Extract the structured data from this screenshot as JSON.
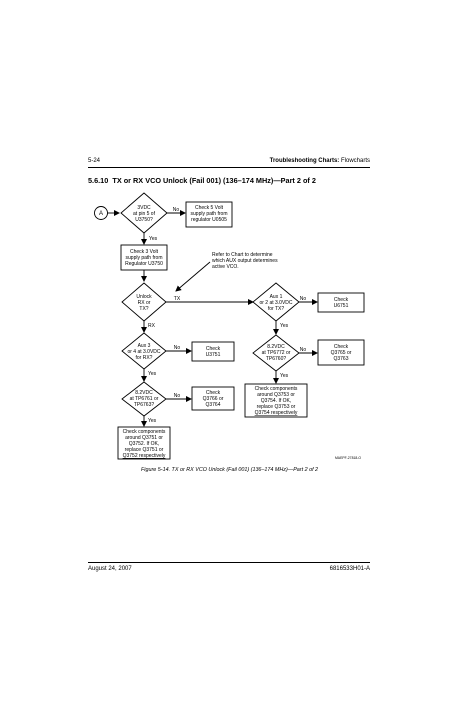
{
  "header": {
    "page_number": "5-24",
    "section_bold": "Troubleshooting Charts:",
    "section_rest": " Flowcharts"
  },
  "section": {
    "number": "5.6.10",
    "title": "TX or RX VCO Unlock (Fail 001) (136–174 MHz)—Part 2 of 2"
  },
  "flowchart": {
    "connector": "A",
    "d_3vdc": [
      "3VDC",
      "at pin 5 of",
      "U3750?"
    ],
    "b_check5v": [
      "Check 5 Volt",
      "supply path from",
      "regulator U0505"
    ],
    "b_check3v": [
      "Check 3 Volt",
      "supply path from",
      "Regulator U3750"
    ],
    "note_refer": [
      "Refer to Chart to determine",
      "which AUX output determines",
      "active VCO."
    ],
    "d_unlock": [
      "Unlock",
      "RX or",
      "TX?"
    ],
    "d_aux1": [
      "Aux 1",
      "or 2 at 3.0VDC",
      "for TX?"
    ],
    "b_u6751": [
      "Check",
      "U6751"
    ],
    "d_aux3": [
      "Aux 3",
      "or 4 at 3.0VDC",
      "for RX?"
    ],
    "b_u3751": [
      "Check",
      "U3751"
    ],
    "d_82tx": [
      "8.2VDC",
      "at TP6772 or",
      "TP6760?"
    ],
    "b_q3765": [
      "Check",
      "Q3765 or",
      "Q3763"
    ],
    "d_82rx": [
      "8.2VDC",
      "at TP6761 or",
      "TP6763?"
    ],
    "b_q3766": [
      "Check",
      "Q3766 or",
      "Q3764"
    ],
    "b_comp_tx": [
      "Check components",
      "around Q3753 or",
      "Q3754. If OK,",
      "replace Q3753 or",
      "Q3754 respectively"
    ],
    "b_comp_rx": [
      "Check components",
      "around Q3751 or",
      "Q3752. If OK,",
      "replace Q3751 or",
      "Q3752 respectively"
    ],
    "label_no": "No",
    "label_yes": "Yes",
    "label_tx": "TX",
    "label_rx": "RX",
    "figure_id": "MAEPF-27818-O"
  },
  "caption": "Figure 5-14.  TX or RX VCO Unlock (Fail 001) (136–174 MHz)—Part 2 of 2",
  "footer": {
    "date": "August 24, 2007",
    "doc_number": "6816533H01-A"
  }
}
